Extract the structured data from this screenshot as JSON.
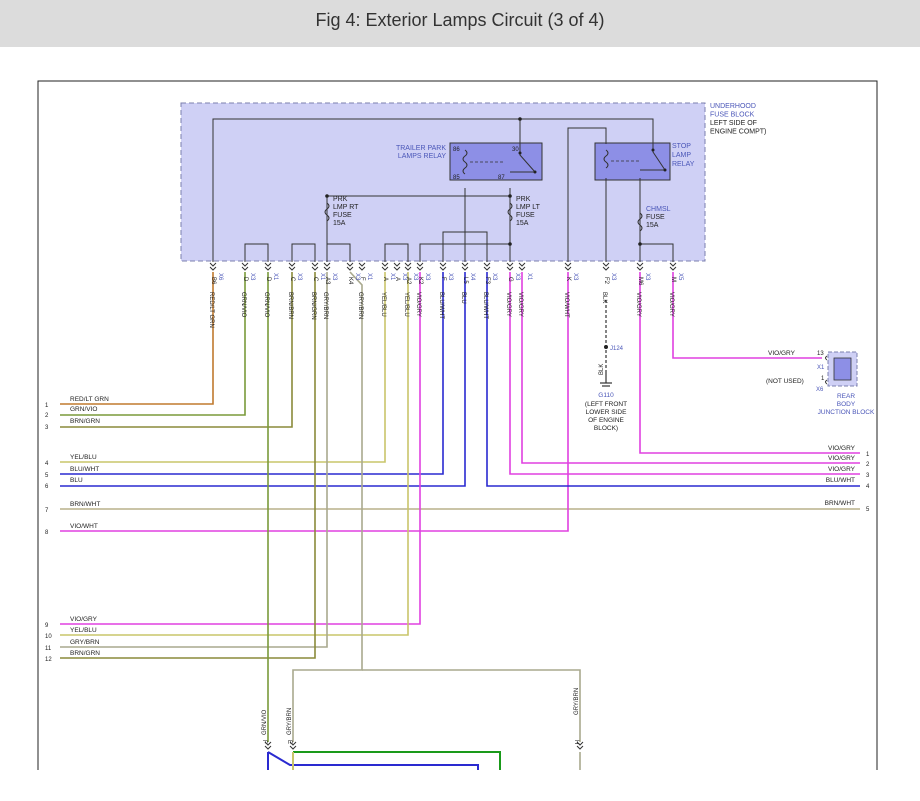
{
  "title": "Fig 4: Exterior Lamps Circuit (3 of 4)",
  "fuse_block": {
    "label_lines": [
      "UNDERHOOD",
      "FUSE BLOCK",
      "LEFT SIDE OF",
      "ENGINE COMPT)"
    ],
    "trailer_relay": {
      "label_lines": [
        "TRAILER PARK",
        "LAMPS RELAY"
      ],
      "pins": [
        "86",
        "30",
        "85",
        "87"
      ]
    },
    "stop_relay": {
      "label_lines": [
        "STOP",
        "LAMP",
        "RELAY"
      ]
    },
    "fuses": [
      {
        "lines": [
          "PRK",
          "LMP RT",
          "FUSE",
          "15A"
        ]
      },
      {
        "lines": [
          "PRK",
          "LMP LT",
          "FUSE",
          "15A"
        ]
      },
      {
        "lines": [
          "CHMSL",
          "FUSE",
          "15A"
        ]
      }
    ],
    "terminals": [
      {
        "pin": "B6",
        "conn": "X6",
        "wire": "RED/LT GRN"
      },
      {
        "pin": "D",
        "conn": "X3",
        "wire": "GRN/VIO"
      },
      {
        "pin": "D",
        "conn": "X1",
        "wire": "GRN/VIO"
      },
      {
        "pin": "C",
        "conn": "X3",
        "wire": "BRN/BRN"
      },
      {
        "pin": "C",
        "conn": "X1",
        "wire": "BRN/GRN"
      },
      {
        "pin": "A3",
        "conn": "X3",
        "wire": "GRY/BRN"
      },
      {
        "pin": "K4",
        "conn": "X3",
        "wire": ""
      },
      {
        "pin": "F",
        "conn": "X1",
        "wire": "GRY/BRN"
      },
      {
        "pin": "A",
        "conn": "X1",
        "wire": "YEL/BLU"
      },
      {
        "pin": "A",
        "conn": "X3",
        "wire": ""
      },
      {
        "pin": "A2",
        "conn": "X3",
        "wire": "YEL/BLU"
      },
      {
        "pin": "K2",
        "conn": "X3",
        "wire": "VIO/GRY"
      },
      {
        "pin": "F",
        "conn": "X3",
        "wire": "BLU/WHT"
      },
      {
        "pin": "L5",
        "conn": "X4",
        "wire": "BLU"
      },
      {
        "pin": "F3",
        "conn": "X3",
        "wire": "BLU/WHT"
      },
      {
        "pin": "G",
        "conn": "X3",
        "wire": "VIO/GRY"
      },
      {
        "pin": "",
        "conn": "X1",
        "wire": "VIO/GRY"
      },
      {
        "pin": "K",
        "conn": "X3",
        "wire": "VIO/WHT"
      },
      {
        "pin": "F2",
        "conn": "X3",
        "wire": "BLK"
      },
      {
        "pin": "M6",
        "conn": "X3",
        "wire": "VIO/GRY"
      },
      {
        "pin": "M",
        "conn": "X5",
        "wire": "VIO/GRY"
      }
    ]
  },
  "ground": {
    "splice": "J124",
    "wire": "BLK",
    "id": "G110",
    "location_lines": [
      "(LEFT FRONT",
      "LOWER SIDE",
      "OF ENGINE",
      "BLOCK)"
    ]
  },
  "rear_junction": {
    "wire": "VIO/GRY",
    "pin1": "13",
    "conn1": "X1",
    "not_used": "(NOT USED)",
    "pin2": "1",
    "conn2": "X6",
    "label_lines": [
      "REAR",
      "BODY",
      "JUNCTION BLOCK"
    ]
  },
  "left_outputs": [
    {
      "num": "1",
      "label": "RED/LT GRN"
    },
    {
      "num": "2",
      "label": "GRN/VIO"
    },
    {
      "num": "3",
      "label": "BRN/GRN"
    },
    {
      "num": "4",
      "label": "YEL/BLU"
    },
    {
      "num": "5",
      "label": "BLU/WHT"
    },
    {
      "num": "6",
      "label": "BLU"
    },
    {
      "num": "7",
      "label": "BRN/WHT"
    },
    {
      "num": "8",
      "label": "VIO/WHT"
    },
    {
      "num": "9",
      "label": "VIO/GRY"
    },
    {
      "num": "10",
      "label": "YEL/BLU"
    },
    {
      "num": "11",
      "label": "GRY/BRN"
    },
    {
      "num": "12",
      "label": "BRN/GRN"
    }
  ],
  "right_outputs": [
    {
      "num": "1",
      "label": "VIO/GRY"
    },
    {
      "num": "2",
      "label": "VIO/GRY"
    },
    {
      "num": "3",
      "label": "VIO/GRY"
    },
    {
      "num": "4",
      "label": "BLU/WHT"
    },
    {
      "num": "5",
      "label": "BRN/WHT"
    }
  ],
  "bottom_connectors": [
    {
      "wire": "GRN/VIO",
      "pin": "F"
    },
    {
      "wire": "GRY/BRN",
      "pin": "E"
    },
    {
      "wire": "GRY/BRN",
      "pin": "H"
    }
  ],
  "colors": {
    "header_bg": "#dcdcdc",
    "block_fill": "#cfd0f5",
    "relay_fill": "#8d8fe6",
    "label_blue": "#4a56b8",
    "red_lt_grn": "#c07a2e",
    "grn_vio": "#7a9a3a",
    "brn_grn": "#8a8a3a",
    "yel_blu": "#c9c56a",
    "blu": "#2a2ad0",
    "brn_wht": "#b9b08a",
    "vio": "#e040e0",
    "gry_brn": "#a9a98e",
    "green_bright": "#1a9a1a"
  }
}
